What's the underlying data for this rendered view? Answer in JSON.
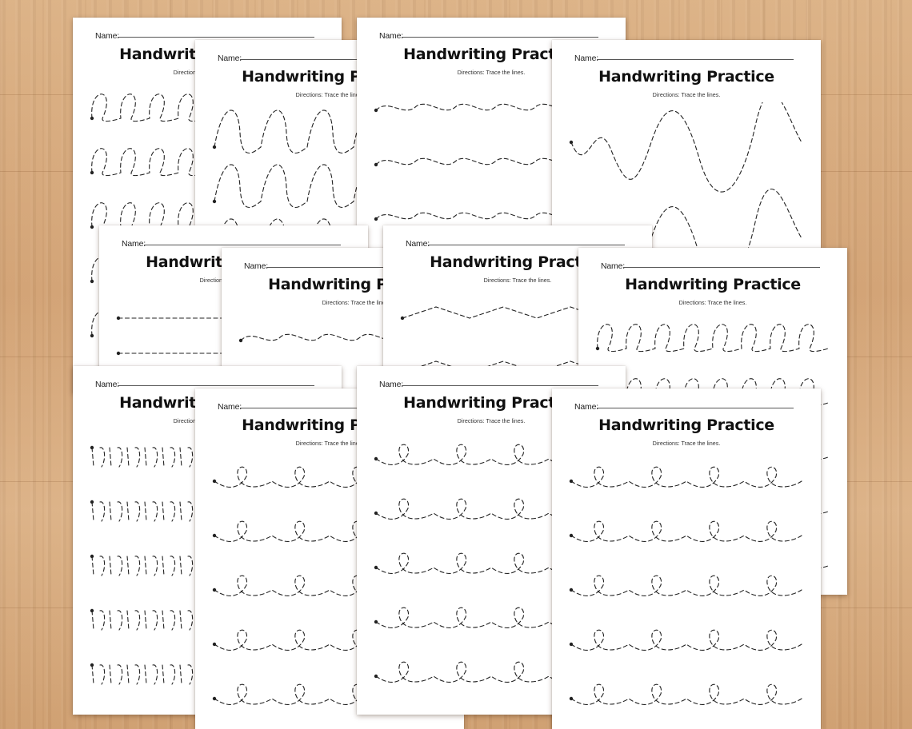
{
  "worksheet": {
    "name_label": "Name:",
    "title": "Handwriting Practice",
    "directions": "Directions: Trace the lines."
  },
  "sheets": [
    {
      "id": "loops-tall",
      "pattern": "loops",
      "rows": 5
    },
    {
      "id": "waves-tall",
      "pattern": "bigwave",
      "rows": 5
    },
    {
      "id": "bumpy-waves",
      "pattern": "wave",
      "rows": 4
    },
    {
      "id": "mixed-big",
      "pattern": "mixed",
      "rows": 2
    },
    {
      "id": "straight-lines",
      "pattern": "straight",
      "rows": 3
    },
    {
      "id": "gentle-wave",
      "pattern": "wave",
      "rows": 3
    },
    {
      "id": "zigzag",
      "pattern": "zigzag",
      "rows": 3
    },
    {
      "id": "small-loops",
      "pattern": "loops",
      "rows": 5
    },
    {
      "id": "hooks",
      "pattern": "hooks",
      "rows": 6
    },
    {
      "id": "swirl-loops-a",
      "pattern": "curl",
      "rows": 6
    },
    {
      "id": "swirl-loops-b",
      "pattern": "curl",
      "rows": 5
    },
    {
      "id": "swirl-loops-c",
      "pattern": "curl",
      "rows": 5
    }
  ]
}
